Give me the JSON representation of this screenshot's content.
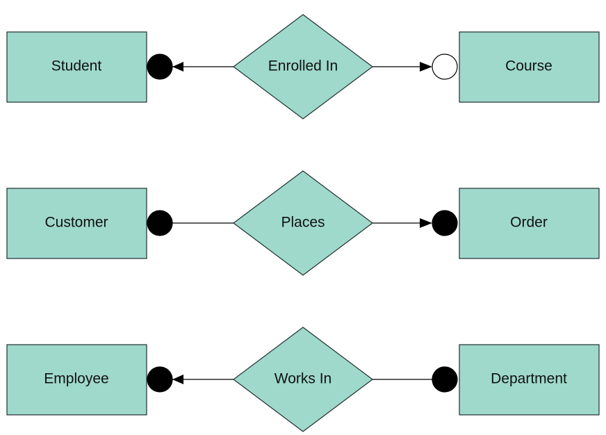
{
  "rows": [
    {
      "left": "Student",
      "relationship": "Enrolled In",
      "right": "Course",
      "left_marker": "filled",
      "right_marker": "hollow",
      "left_arrow": true,
      "right_arrow": true
    },
    {
      "left": "Customer",
      "relationship": "Places",
      "right": "Order",
      "left_marker": "filled",
      "right_marker": "filled",
      "left_arrow": false,
      "right_arrow": true
    },
    {
      "left": "Employee",
      "relationship": "Works In",
      "right": "Department",
      "left_marker": "filled",
      "right_marker": "filled",
      "left_arrow": true,
      "right_arrow": false
    }
  ],
  "colors": {
    "shape_fill": "#9ed9cc",
    "shape_stroke": "#1f2f2d",
    "line": "#000000"
  }
}
